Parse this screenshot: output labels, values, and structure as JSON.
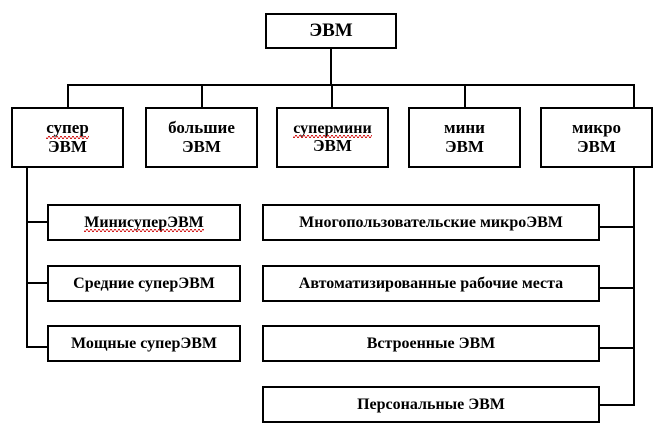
{
  "diagram": {
    "title_node": {
      "label": "ЭВМ"
    },
    "level2": [
      {
        "line1": "супер",
        "line2": "ЭВМ",
        "misspelled": true
      },
      {
        "line1": "большие",
        "line2": "ЭВМ",
        "misspelled": false
      },
      {
        "line1": "супермини",
        "line2": "ЭВМ",
        "misspelled": true
      },
      {
        "line1": "мини",
        "line2": "ЭВМ",
        "misspelled": false
      },
      {
        "line1": "микро",
        "line2": "ЭВМ",
        "misspelled": false
      }
    ],
    "level3_left": [
      {
        "label": "МинисуперЭВМ",
        "misspelled": true
      },
      {
        "label": "Средние суперЭВМ",
        "misspelled": false
      },
      {
        "label": "Мощные суперЭВМ",
        "misspelled": false
      }
    ],
    "level3_right": [
      {
        "label": "Многопользовательские микроЭВМ",
        "misspelled": false
      },
      {
        "label": "Автоматизированные рабочие места",
        "misspelled": false
      },
      {
        "label": "Встроенные ЭВМ",
        "misspelled": false
      },
      {
        "label": "Персональные ЭВМ",
        "misspelled": false
      }
    ],
    "colors": {
      "stroke": "#000000",
      "background": "#ffffff",
      "text": "#000000",
      "spellcheck_underline": "#d42020"
    }
  }
}
